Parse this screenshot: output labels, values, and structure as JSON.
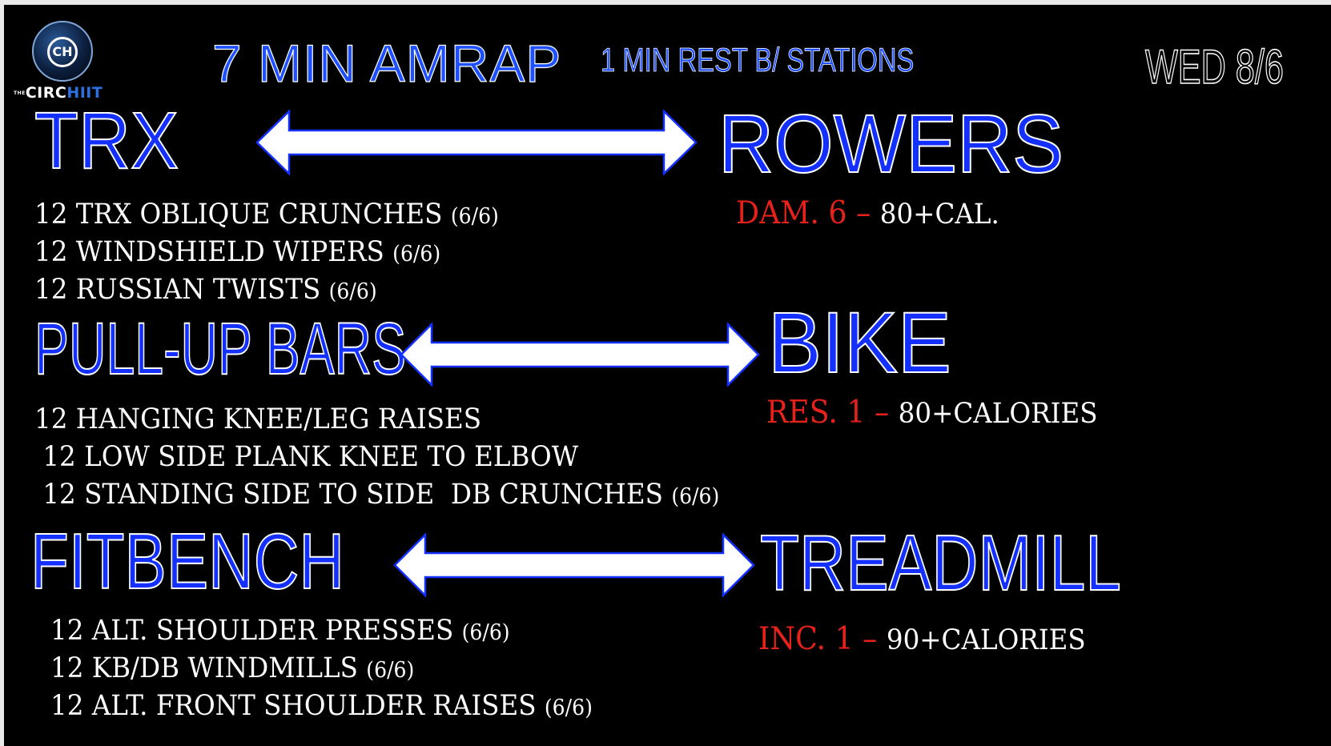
{
  "header": {
    "logo_monogram": "CH",
    "logo_the": "THE",
    "logo_circ": "CIRC",
    "logo_hiit": "HIIT",
    "title": "7 MIN AMRAP",
    "subtitle": "1 MIN REST B/ STATIONS",
    "date": "WED 8/6"
  },
  "pairs": [
    {
      "strength": "TRX",
      "cardio": "ROWERS",
      "exercises": [
        {
          "name": "12 TRX OBLIQUE CRUNCHES  ",
          "reps": "(6/6)"
        },
        {
          "name": "12 WINDSHIELD WIPERS ",
          "reps": "(6/6)"
        },
        {
          "name": "12 RUSSIAN TWISTS ",
          "reps": "(6/6)"
        }
      ],
      "cardio_setting": "DAM. 6 – ",
      "cardio_target": "80+CAL."
    },
    {
      "strength": "PULL-UP BARS",
      "cardio": "BIKE",
      "exercises": [
        {
          "name": "12 HANGING KNEE/LEG RAISES",
          "reps": ""
        },
        {
          "name": " 12 LOW SIDE PLANK KNEE TO ELBOW",
          "reps": ""
        },
        {
          "name": " 12 STANDING SIDE TO SIDE  DB CRUNCHES ",
          "reps": "(6/6)"
        }
      ],
      "cardio_setting": "RES. 1 – ",
      "cardio_target": "80+CALORIES"
    },
    {
      "strength": "FITBENCH",
      "cardio": "TREADMILL",
      "exercises": [
        {
          "name": "12 ALT. SHOULDER PRESSES ",
          "reps": "(6/6)"
        },
        {
          "name": "12 KB/DB WINDMILLS ",
          "reps": "(6/6)"
        },
        {
          "name": "12 ALT. FRONT SHOULDER RAISES ",
          "reps": "(6/6)"
        }
      ],
      "cardio_setting": "INC. 1 – ",
      "cardio_target": "90+CALORIES"
    }
  ],
  "colors": {
    "background": "#000000",
    "heading_blue": "#1430ff",
    "cardio_level_red": "#e8221a",
    "text_white": "#ffffff"
  },
  "icons": [
    "circhiit-logo",
    "double-arrow-icon"
  ]
}
